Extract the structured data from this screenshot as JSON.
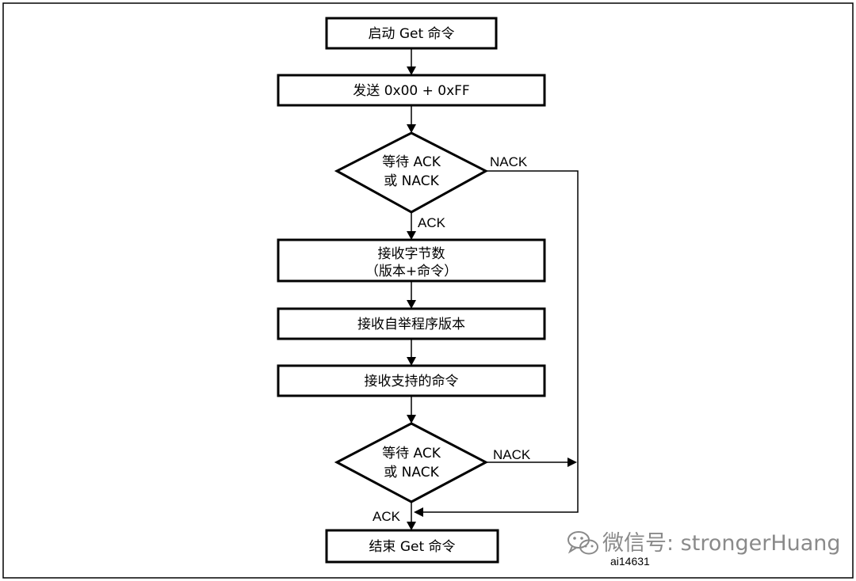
{
  "nodes": {
    "start": "启动 Get 命令",
    "send": "发送 0x00 + 0xFF",
    "wait1_line1": "等待 ACK",
    "wait1_line2": "或 NACK",
    "receive_count_line1": "接收字节数",
    "receive_count_line2": "（版本+命令）",
    "receive_version": "接收自举程序版本",
    "receive_commands": "接收支持的命令",
    "wait2_line1": "等待 ACK",
    "wait2_line2": "或 NACK",
    "end": "结束 Get 命令"
  },
  "edges": {
    "wait1_nack": "NACK",
    "wait1_ack": "ACK",
    "wait2_nack": "NACK",
    "wait2_ack": "ACK"
  },
  "watermark": {
    "text": "微信号: strongerHuang",
    "icon": "wechat-icon"
  },
  "figure_id": "ai14631"
}
